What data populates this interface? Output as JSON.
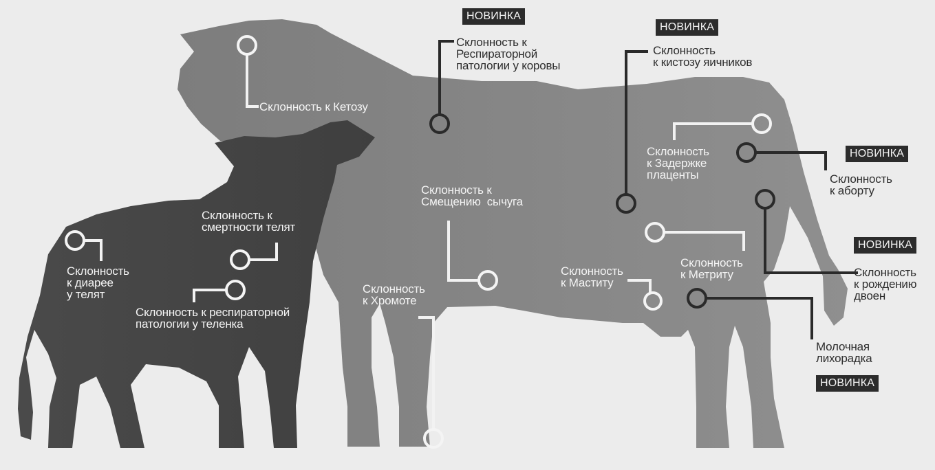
{
  "badges": {
    "b1": "НОВИНКА",
    "b2": "НОВИНКА",
    "b3": "НОВИНКА",
    "b4": "НОВИНКА",
    "b5": "НОВИНКА"
  },
  "labels": {
    "ketosis": "Склонность к Кетозу",
    "resp_cow": "Склонность к\nРеспираторной\nпатологии у коровы",
    "ovarian_cyst": "Склонность\nк кистозу яичников",
    "placenta": "Склонность\nк Задержке\nплаценты",
    "abortion": "Склонность\nк аборту",
    "twins": "Склонность\nк рождению\nдвоен",
    "metritis": "Склонность\nк Метриту",
    "mastitis": "Склонность\nк Маститу",
    "milk_fever": "Молочная\nлихорадка",
    "abomasum": "Склонность к\nСмещению  сычуга",
    "lameness": "Склонность\nк Хромоте",
    "calf_mortality": "Склонность к\nсмертности телят",
    "calf_diarrhea": "Склонность\nк диарее\nу телят",
    "calf_resp": "Склонность к респираторной\nпатологии у теленка"
  }
}
